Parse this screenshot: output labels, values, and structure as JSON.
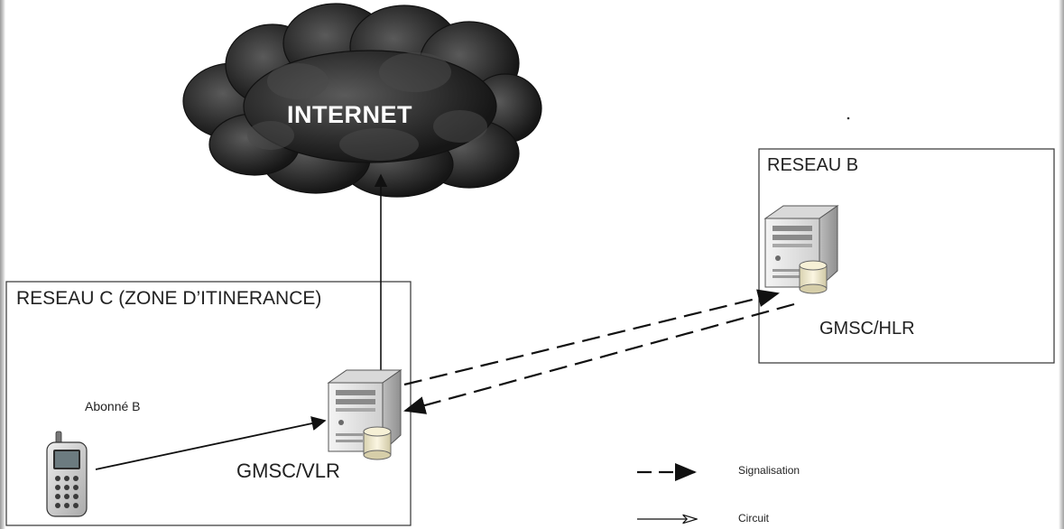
{
  "diagram": {
    "cloud": {
      "label": "INTERNET"
    },
    "network_b": {
      "title": "RESEAU B",
      "node_label": "GMSC/HLR"
    },
    "network_c": {
      "title": "RESEAU C (ZONE D’ITINERANCE)",
      "node_label": "GMSC/VLR",
      "subscriber_label": "Abonné B"
    },
    "legend": {
      "signalisation": "Signalisation",
      "circuit": "Circuit"
    }
  },
  "icons": [
    "cloud-icon",
    "server-icon",
    "database-icon",
    "mobile-phone-icon"
  ],
  "colors": {
    "line": "#111111",
    "cloud": "#2b2b2b",
    "server_body": "#e6e6e6",
    "database": "#efe8c9"
  }
}
